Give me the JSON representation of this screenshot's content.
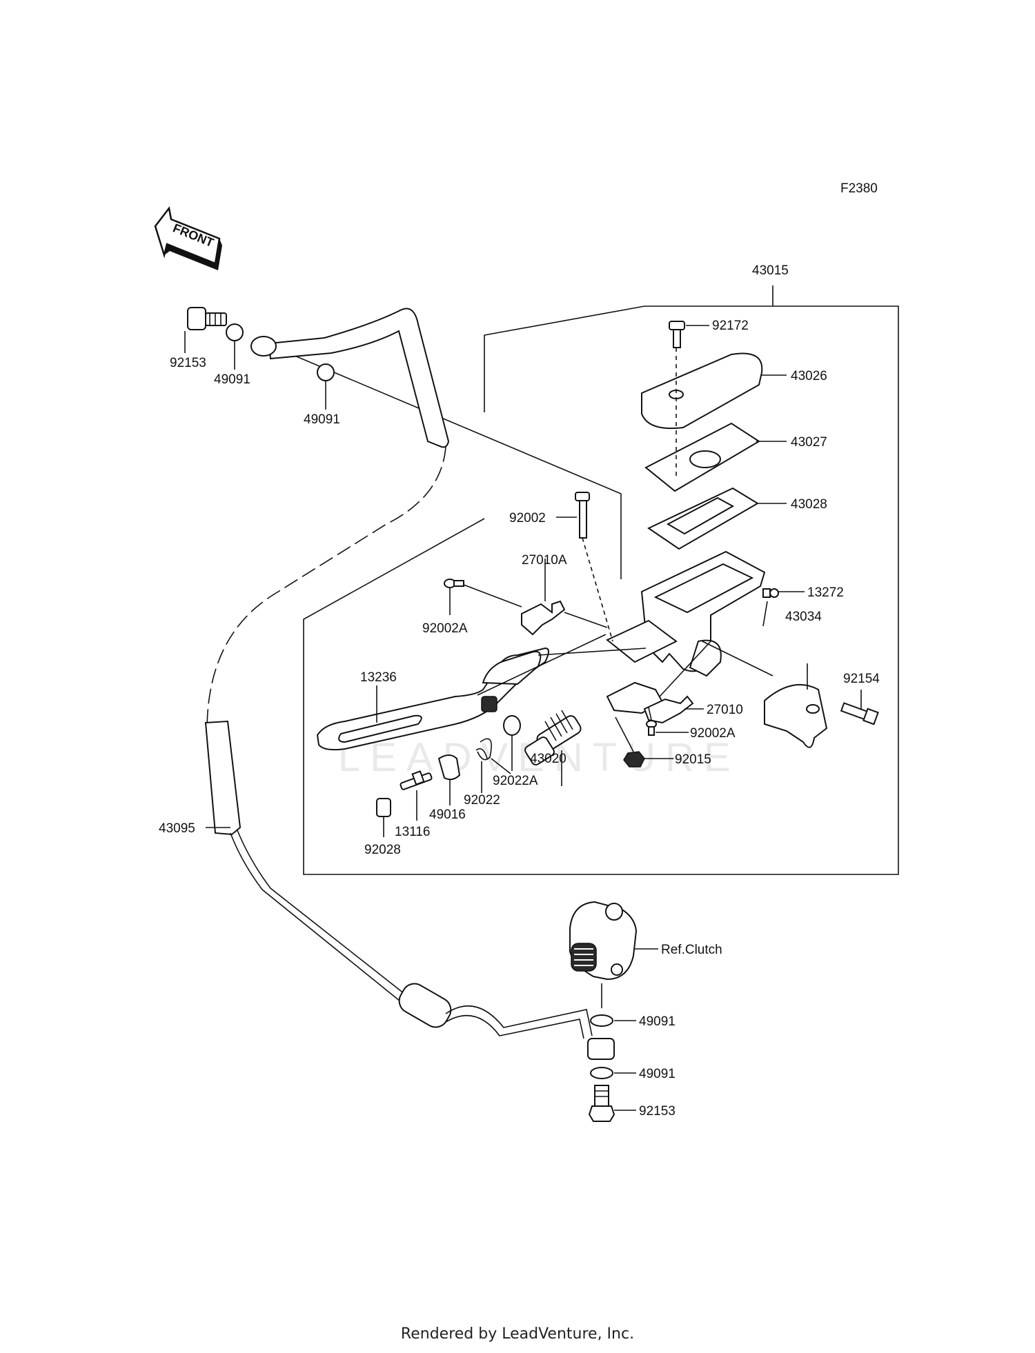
{
  "diagram_code": "F2380",
  "front_marker": "FRONT",
  "assembly_number": "43015",
  "watermark": "LEADVENTURE",
  "ref_label": "Ref.Clutch",
  "footer": "Rendered by LeadVenture, Inc.",
  "parts": {
    "p92153_top": "92153",
    "p49091_a": "49091",
    "p49091_b": "49091",
    "p92172": "92172",
    "p43026": "43026",
    "p43027": "43027",
    "p43028": "43028",
    "p92002": "92002",
    "p27010A": "27010A",
    "p13272": "13272",
    "p43034": "43034",
    "p92002A_a": "92002A",
    "p13236": "13236",
    "p92154": "92154",
    "p27010": "27010",
    "p92002A_b": "92002A",
    "p43020": "43020",
    "p92015": "92015",
    "p92022A": "92022A",
    "p92022": "92022",
    "p49016": "49016",
    "p13116": "13116",
    "p92028": "92028",
    "p43095": "43095",
    "p49091_c": "49091",
    "p49091_d": "49091",
    "p92153_bot": "92153"
  }
}
